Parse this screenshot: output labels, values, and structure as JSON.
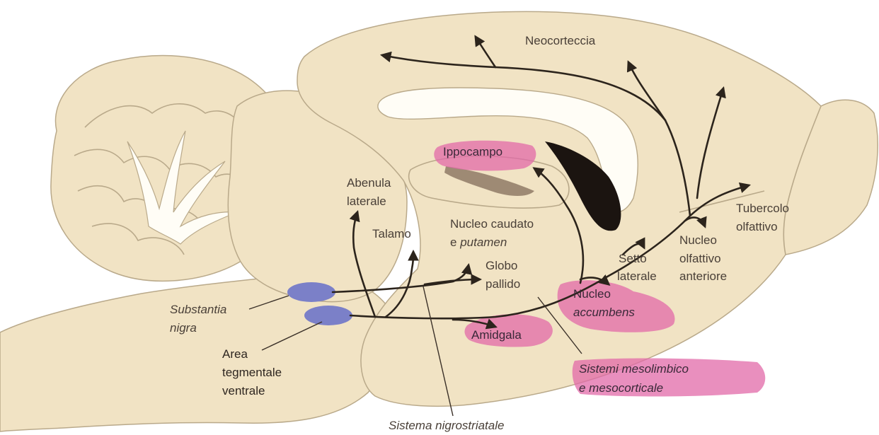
{
  "labels": {
    "neocortex": "Neocorteccia",
    "hippocampus": "Ippocampo",
    "habenula_1": "Abenula",
    "habenula_2": "laterale",
    "thalamus": "Talamo",
    "caudate_1": "Nucleo caudato",
    "caudate_2a": "e ",
    "caudate_2b": "putamen",
    "globus_1": "Globo",
    "globus_2": "pallido",
    "septum_1": "Setto",
    "septum_2": "laterale",
    "anterior_olfactory_1": "Nucleo",
    "anterior_olfactory_2": "olfattivo",
    "anterior_olfactory_3": "anteriore",
    "olfactory_tubercle_1": "Tubercolo",
    "olfactory_tubercle_2": "olfattivo",
    "accumbens_1": "Nucleo",
    "accumbens_2": "accumbens",
    "amygdala": "Amidgala",
    "mesolimbic_1": "Sistemi mesolimbico",
    "mesolimbic_2": "e mesocorticale",
    "substantia_nigra_1": "Substantia",
    "substantia_nigra_2": "nigra",
    "vta_1": "Area",
    "vta_2": "tegmentale",
    "vta_3": "ventrale",
    "nigrostriatal": "Sistema nigrostriatale"
  },
  "colors": {
    "tissue": "#f1e3c4",
    "outline": "#b9a98a",
    "nucleus": "#7b80c8",
    "highlight": "#e26aa8",
    "pathway": "#2c241c",
    "ventricle": "#1b1410"
  }
}
